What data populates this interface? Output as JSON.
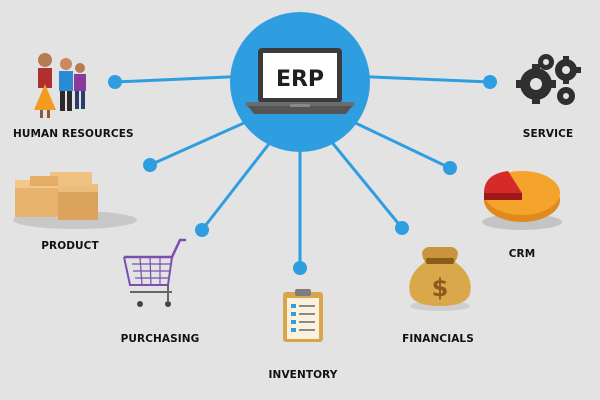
{
  "hub": {
    "title": "ERP"
  },
  "modules": {
    "human_resources": "HUMAN RESOURCES",
    "product": "PRODUCT",
    "purchasing": "PURCHASING",
    "inventory": "INVENTORY",
    "financials": "FINANCIALS",
    "crm": "CRM",
    "service": "SERVICE"
  },
  "colors": {
    "background": "#e3e3e3",
    "connector": "#2f9ee0",
    "hub_circle": "#2f9ee0",
    "screen": "#ffffff",
    "laptop": "#4a4a4a",
    "label_text": "#111111",
    "pie_main": "#f4a32b",
    "pie_slice": "#d42a2a",
    "coin_bag": "#d8a84a",
    "gear": "#2f2f2f",
    "box": "#e8b36e",
    "cart_basket": "#7a4fb0",
    "clipboard": "#f6d28a"
  },
  "icons": {
    "hub": "laptop-icon",
    "human_resources": "people-icon",
    "product": "boxes-icon",
    "purchasing": "shopping-cart-icon",
    "inventory": "clipboard-icon",
    "financials": "money-bag-icon",
    "crm": "pie-chart-icon",
    "service": "gears-icon"
  }
}
